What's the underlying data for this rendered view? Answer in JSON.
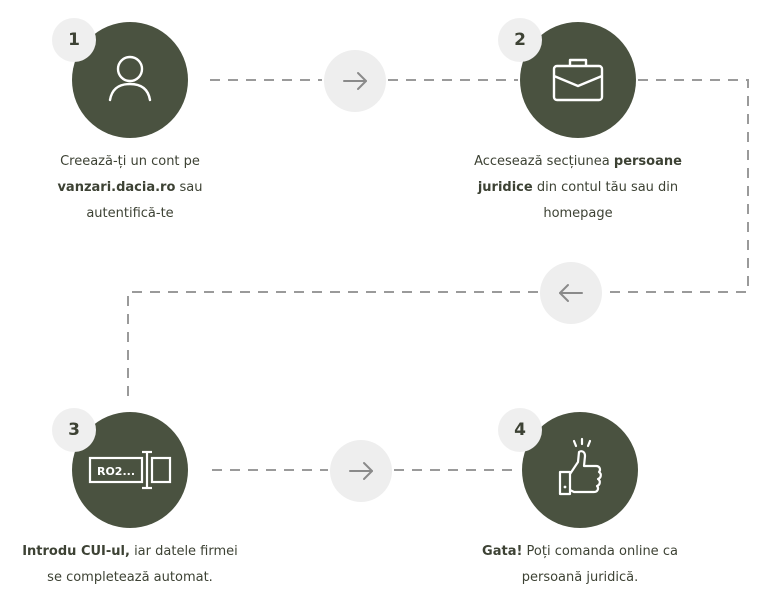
{
  "steps": [
    {
      "number": "1",
      "icon": "user-icon",
      "caption": {
        "line1": "Creează-ți un cont pe",
        "bold": "vanzari.dacia.ro",
        "line2_rest": " sau",
        "line3": "autentifică-te"
      }
    },
    {
      "number": "2",
      "icon": "briefcase-icon",
      "caption": {
        "line1_pre": "Accesează secțiunea ",
        "bold1": "persoane",
        "bold2": "juridice",
        "line2_rest": " din contul tău sau din",
        "line3": "homepage"
      }
    },
    {
      "number": "3",
      "icon": "cui-input-icon",
      "icon_text": "RO2...",
      "caption": {
        "bold": "Introdu CUI-ul,",
        "line1_rest": " iar datele firmei",
        "line2": "se completează automat."
      }
    },
    {
      "number": "4",
      "icon": "thumbs-up-icon",
      "caption": {
        "bold": "Gata!",
        "line1_rest": " Poți comanda online ca",
        "line2": "persoană juridică."
      }
    }
  ],
  "arrows": [
    {
      "direction": "right",
      "icon": "arrow-right-icon"
    },
    {
      "direction": "left",
      "icon": "arrow-left-icon"
    },
    {
      "direction": "right",
      "icon": "arrow-right-icon"
    }
  ],
  "colors": {
    "circle": "#4a5240",
    "badge": "#efefef",
    "text": "#3d4234",
    "dash": "#9a9a9a",
    "arrow_bg": "#eeeeee"
  }
}
